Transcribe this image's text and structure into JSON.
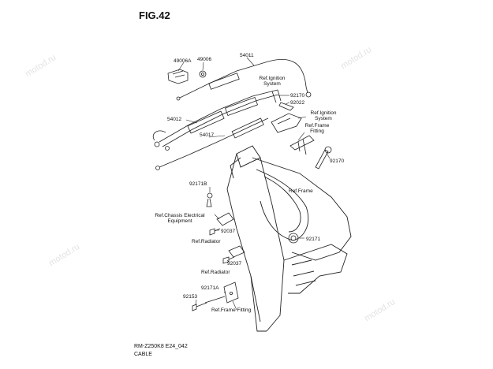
{
  "figure": {
    "title": "FIG.42"
  },
  "labels": {
    "p49006A": "49006A",
    "p49006": "49006",
    "p54011": "54011",
    "p54012": "54012",
    "p54017": "54017",
    "p92170_top": "92170",
    "p92022": "92022",
    "p92170_right": "92170",
    "p92171B": "92171B",
    "p92037_a": "92037",
    "p92037_b": "92037",
    "p92171": "92171",
    "p92171A": "92171A",
    "p92153": "92153",
    "ref_ignition_1": "Ref.Ignition System",
    "ref_ignition_2": "Ref.Ignition System",
    "ref_frame_fitting_top": "Ref.Frame Fitting",
    "ref_frame": "Ref.Frame",
    "ref_chassis": "Ref.Chassis Electrical Equipment",
    "ref_radiator_1": "Ref.Radiator",
    "ref_radiator_2": "Ref.Radiator",
    "ref_frame_fitting_bottom": "Ref.Frame Fitting"
  },
  "footer": {
    "code": "RM-Z250K8 E24_042",
    "name": "CABLE"
  },
  "watermark": {
    "text": "motod.ru"
  }
}
